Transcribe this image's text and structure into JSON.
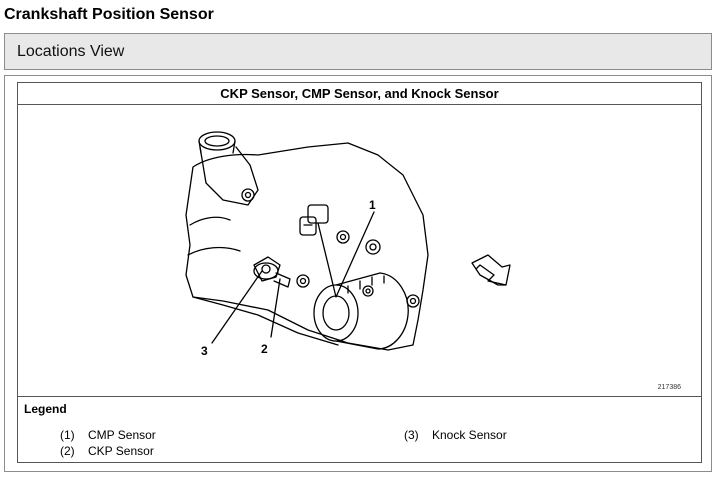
{
  "page_title": "Crankshaft Position Sensor",
  "section": {
    "label": "Locations View"
  },
  "figure": {
    "title": "CKP Sensor, CMP Sensor, and Knock Sensor",
    "code": "217386",
    "callouts": [
      "1",
      "2",
      "3"
    ],
    "legend_title": "Legend",
    "legend": [
      {
        "num": "(1)",
        "label": "CMP Sensor"
      },
      {
        "num": "(2)",
        "label": "CKP Sensor"
      },
      {
        "num": "(3)",
        "label": "Knock Sensor"
      }
    ]
  }
}
